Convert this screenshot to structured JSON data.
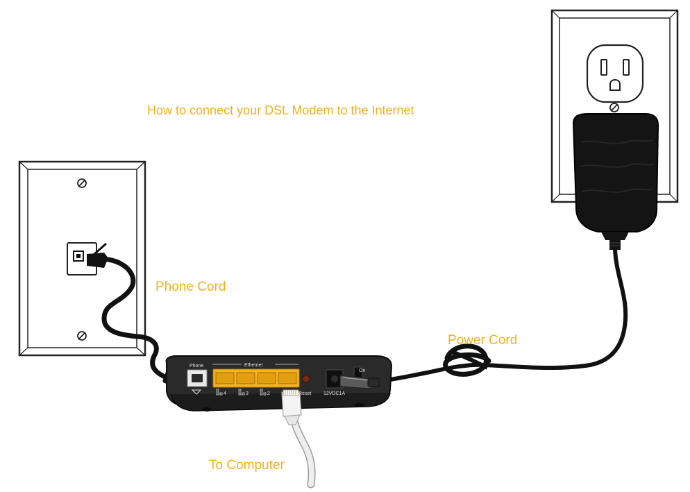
{
  "title": "How to connect your DSL Modem to the Internet",
  "labels": {
    "phone_cord": "Phone Cord",
    "power_cord": "Power Cord",
    "to_computer": "To Computer"
  },
  "modem": {
    "port_phone": "Phone",
    "port_group": "Ethernet",
    "port_4": "4",
    "port_3": "3",
    "port_2": "2",
    "reset": "Reset",
    "power_spec": "12VDC1A",
    "switch_on": "On"
  },
  "colors": {
    "label": "#f2b01e",
    "cable": "#111111",
    "ethernet_port": "#f5b41f",
    "ethernet_cable": "#e8e8e8",
    "modem_body": "#2a2a2a"
  }
}
